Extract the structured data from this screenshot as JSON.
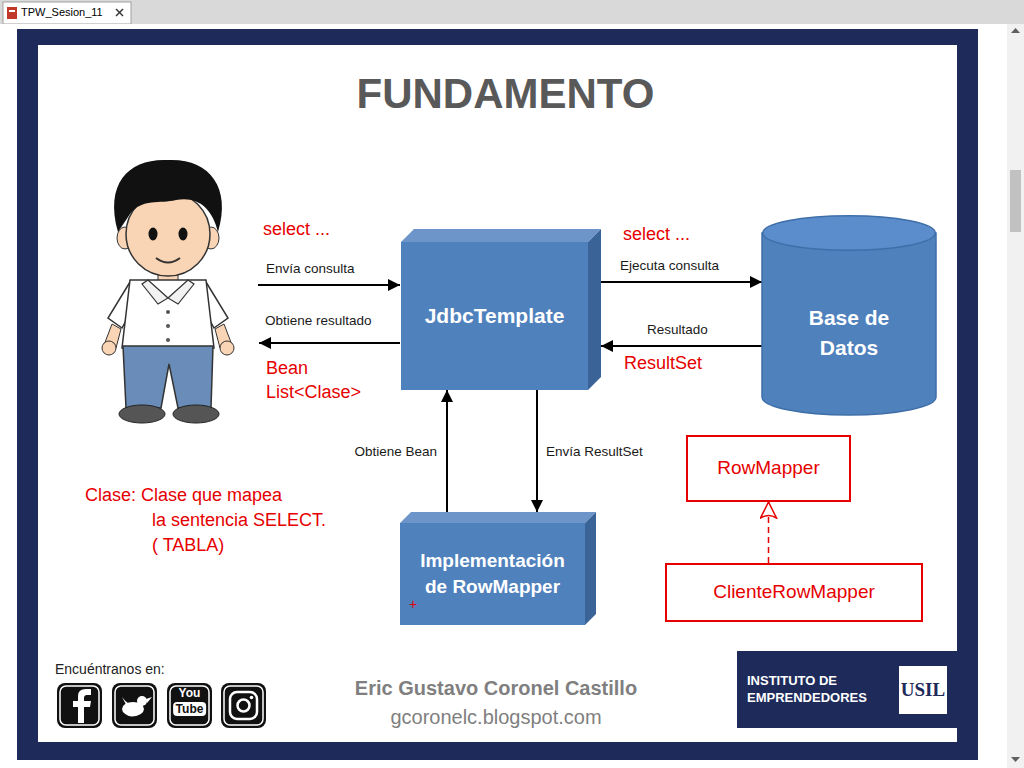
{
  "diagram": {
    "title": "FUNDAMENTO",
    "nodes": [
      {
        "text": [
          "JdbcTemplate"
        ]
      },
      {
        "text": [
          "Base de Datos"
        ]
      },
      {
        "text": [
          "RowMapper"
        ]
      },
      {
        "text": [
          "Implementación de RowMapper"
        ]
      },
      {
        "text": [
          "ClienteRowMapper"
        ]
      },
      {
        "text": [
          "INSTITUTO DE EMPRENDEDORES",
          "USIL"
        ]
      }
    ],
    "edges": [
      {
        "from": 0,
        "to": 1,
        "label": "Ejecuta consulta",
        "arrow": "to"
      },
      {
        "from": 1,
        "to": 0,
        "label": "Resultado",
        "arrow": "to"
      },
      {
        "from": 0,
        "to": 3,
        "label": "Envía ResultSet",
        "arrow": "to"
      },
      {
        "from": 3,
        "to": 0,
        "label": "Obtiene Bean",
        "arrow": "to"
      },
      {
        "from": 4,
        "to": 2,
        "arrow": "to"
      }
    ],
    "labels": [
      "TPW_Sesion_11",
      "select ...",
      "select ...",
      "Envía consulta",
      "Obtiene resultado",
      "Bean",
      "List<Clase>",
      "ResultSet",
      "Clase: Clase que mapea",
      "la sentencia SELECT.",
      "( TABLA)",
      "+",
      "Encuéntranos en:",
      "You",
      "Tube",
      "Eric Gustavo Coronel Castillo",
      "gcoronelc.blogspot.com"
    ]
  }
}
